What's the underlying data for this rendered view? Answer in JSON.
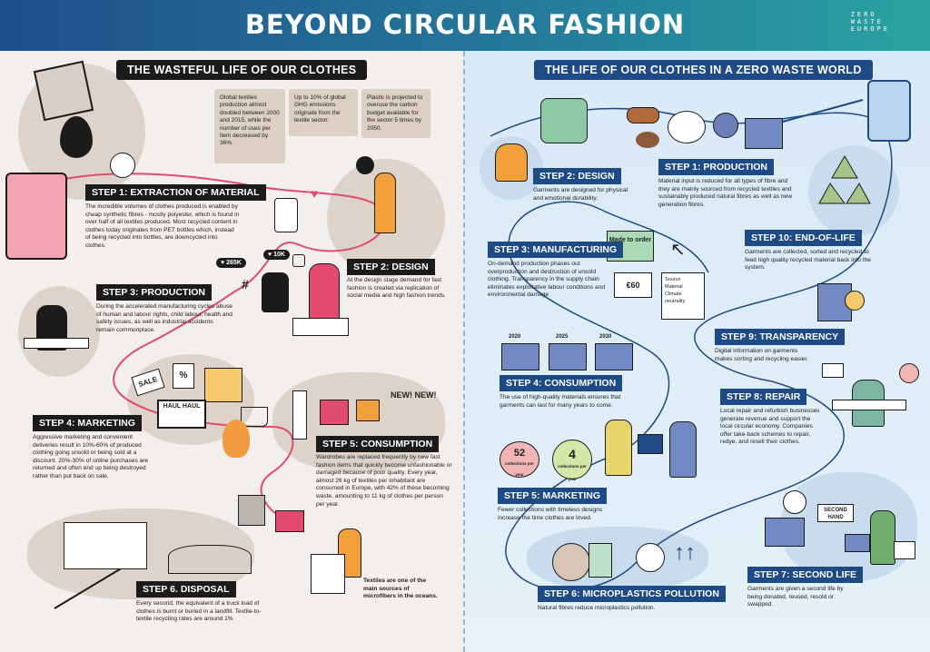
{
  "title": "BEYOND CIRCULAR FASHION",
  "logo_lines": [
    "ZERO",
    "WASTE",
    "EUROPE"
  ],
  "left": {
    "heading": "THE WASTEFUL LIFE OF OUR CLOTHES",
    "facts": [
      "Global textiles production almost doubled between 2000 and 2015, while the number of uses per item decreased by 36%.",
      "Up to 10% of global GHG emissions originate from the textile sector.",
      "Plastic is projected to overuse the carbon budget available for the sector 5 times by 2050."
    ],
    "steps": [
      {
        "label": "STEP 1: EXTRACTION OF MATERIAL",
        "text": "The incredible volumes of clothes produced is enabled by cheap synthetic fibres - mostly polyester, which is found in over half of all textiles produced. Most recycled content in clothes today originates from PET bottles which, instead of being recycled into bottles, are downcycled into clothes."
      },
      {
        "label": "STEP 2: DESIGN",
        "text": "At the design stage demand for fast fashion is created via replication of social media and high fashion trends."
      },
      {
        "label": "STEP 3: PRODUCTION",
        "text": "During the accelerated manufacturing cycles abuse of human and labour rights, child labour, health and safety issues, as well as industrial accidents remain commonplace."
      },
      {
        "label": "STEP 4: MARKETING",
        "text": "Aggressive marketing and convenient deliveries result in 10%-60% of produced clothing going unsold or being sold at a discount. 20%-30% of online purchases are returned and often end up being destroyed rather than put back on sale."
      },
      {
        "label": "STEP 5: CONSUMPTION",
        "text": "Wardrobes are replaced frequently by new fast fashion items that quickly become unfashionable or damaged because of poor quality. Every year, almost 26 kg of textiles per inhabitant are consumed in Europe, with 42% of these becoming waste, amounting to 11 kg of clothes per person per year."
      },
      {
        "label": "STEP 6. DISPOSAL",
        "text": "Every second, the equivalent of a truck load of clothes is burnt or buried in a landfill. Textile-to-textile recycling rates are around 1%"
      }
    ],
    "microfibre_note": "Textiles are one of the main sources of microfibers in the oceans.",
    "social_counts": [
      "265K",
      "10K"
    ],
    "haul_label": "HAUL HAUL",
    "sale_label": "SALE",
    "percent_label": "%",
    "new_label": "NEW! NEW!"
  },
  "right": {
    "heading": "THE LIFE OF OUR CLOTHES IN A ZERO WASTE WORLD",
    "steps": [
      {
        "label": "STEP 1: PRODUCTION",
        "text": "Material input is reduced for all types of fibre and they are mainly sourced from recycled textiles and sustainably produced natural fibres as well as new generation fibres."
      },
      {
        "label": "STEP 2: DESIGN",
        "text": "Garments are designed for physical and emotional durability."
      },
      {
        "label": "STEP 3: MANUFACTURING",
        "text": "On-demand production phases out overproduction and destruction of unsold clothing. Transparency in the supply chain eliminates exploitative labour conditions and environmental damage"
      },
      {
        "label": "STEP 4: CONSUMPTION",
        "text": "The use of high-quality materials ensures that garments can last for many years to come."
      },
      {
        "label": "STEP 5: MARKETING",
        "text": "Fewer collections with timeless designs increase the time clothes are loved."
      },
      {
        "label": "STEP 6: MICROPLASTICS POLLUTION",
        "text": "Natural fibres reduce microplastics pollution."
      },
      {
        "label": "STEP 7: SECOND LIFE",
        "text": "Garments are given a second life by being donated, reused, resold or swapped."
      },
      {
        "label": "STEP 8: REPAIR",
        "text": "Local repair and refurbish businesses generate revenue and support the local circular economy. Companies offer take-back schemes to repair, redye, and resell their clothes."
      },
      {
        "label": "STEP 9: TRANSPARENCY",
        "text": "Digital information on garments makes sorting and recycling easier."
      },
      {
        "label": "STEP 10: END-OF-LIFE",
        "text": "Garments are collected, sorted and recycled to feed high quality recycled material back into the system."
      }
    ],
    "made_to_order": "Made to order",
    "price_tag": "€60",
    "info_card": [
      "Source",
      "Material",
      "Climate neutrality"
    ],
    "years": [
      "2020",
      "2025",
      "2030"
    ],
    "collections_old": {
      "num": "52",
      "unit": "collections per year"
    },
    "collections_new": {
      "num": "4",
      "unit": "collections per year"
    },
    "second_hand": "SECOND HAND"
  },
  "colors": {
    "banner_start": "#1f4f8a",
    "banner_end": "#2aa3a2",
    "left_path": "#e24b6e",
    "right_path": "#1e4a86",
    "left_step_bg": "#1b1b1b",
    "right_step_bg": "#1e4a86"
  }
}
